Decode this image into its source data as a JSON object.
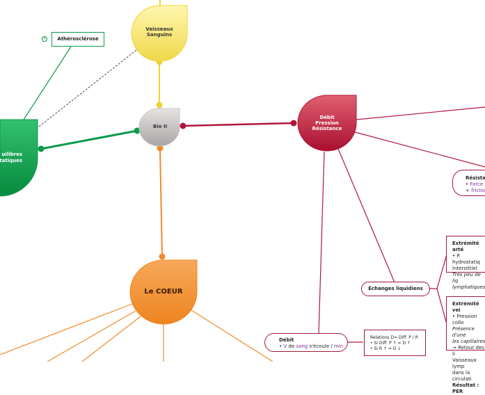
{
  "nodes": {
    "vaisseaux": {
      "line1": "Vaisseaux",
      "line2": "Sanguins"
    },
    "bio": {
      "label": "Bio II"
    },
    "coeur": {
      "label": "Le COEUR"
    },
    "debit_pression": {
      "line1": "Débit",
      "line2": "Pression",
      "line3": "Résistance"
    },
    "equilibres": {
      "line1": "uilibres",
      "line2": "statiques"
    }
  },
  "athero": {
    "label": "Athérosclérose",
    "expand": "+"
  },
  "resistance": {
    "title": "Résistan",
    "line1_bullet": "•",
    "line1_word": "Force",
    "line1_rest": "q",
    "line2_plus": "+",
    "line2_word": "friction"
  },
  "echanges": {
    "label": "Échanges liquidiens"
  },
  "arterial": {
    "title": "Extrémité arté",
    "line1": "• P. hydrostatiq",
    "line2": "interstitiel",
    "line3": "Très peu de liq",
    "line4": "lymphatiques"
  },
  "venous": {
    "title": "Extrémité vei",
    "line1": "• Pression collo",
    "line2": "Présence d'une",
    "line3": "les capillaires",
    "line4": "→ Retour des li",
    "line5": "Vaisseaux lymp",
    "line6": "dans la circulati",
    "line7": "Résultat : PER"
  },
  "debit_box": {
    "title": "Débit",
    "bullet": "•",
    "v": "V",
    "de": "de",
    "sang": "sang",
    "rest": "s'écoule /",
    "min": "min"
  },
  "relations": {
    "line1": "Relations D= Diff. P / R",
    "line2": "• Si Diff. P ↑ = D ↑",
    "line3": "• Si R ↑ = D ↓"
  },
  "colors": {
    "yellow": "#f0d84a",
    "grey": "#b8b4b4",
    "orange": "#f08a28",
    "crimson": "#b0163a",
    "green": "#0a9a4a"
  }
}
